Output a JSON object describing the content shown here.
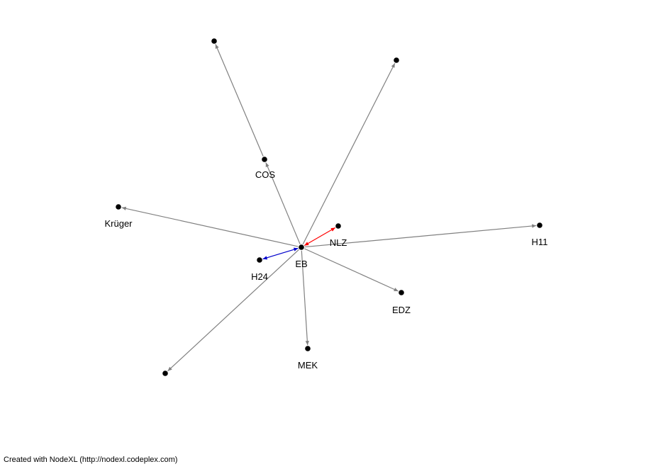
{
  "graph": {
    "nodes": [
      {
        "id": "EB",
        "label": "EB"
      },
      {
        "id": "COS",
        "label": "COS"
      },
      {
        "id": "Krüger",
        "label": "Krüger"
      },
      {
        "id": "NLZ",
        "label": "NLZ"
      },
      {
        "id": "H24",
        "label": "H24"
      },
      {
        "id": "H11",
        "label": "H11"
      },
      {
        "id": "EDZ",
        "label": "EDZ"
      },
      {
        "id": "MEK",
        "label": "MEK"
      },
      {
        "id": "n_top_left",
        "label": ""
      },
      {
        "id": "n_top_right",
        "label": ""
      },
      {
        "id": "n_bottom_left",
        "label": ""
      }
    ],
    "edges": [
      {
        "source": "COS",
        "target": "n_top_left",
        "color": "#808080",
        "directed": true
      },
      {
        "source": "EB",
        "target": "COS",
        "color": "#808080",
        "directed": true
      },
      {
        "source": "EB",
        "target": "n_top_right",
        "color": "#808080",
        "directed": true
      },
      {
        "source": "EB",
        "target": "Krüger",
        "color": "#808080",
        "directed": true
      },
      {
        "source": "EB",
        "target": "H11",
        "color": "#808080",
        "directed": true
      },
      {
        "source": "EB",
        "target": "EDZ",
        "color": "#808080",
        "directed": true
      },
      {
        "source": "EB",
        "target": "MEK",
        "color": "#808080",
        "directed": true
      },
      {
        "source": "EB",
        "target": "n_bottom_left",
        "color": "#808080",
        "directed": true
      },
      {
        "source": "EB",
        "target": "NLZ",
        "color": "#ff0000",
        "directed": true,
        "bidirectional": true
      },
      {
        "source": "EB",
        "target": "H24",
        "color": "#0000cc",
        "directed": true,
        "bidirectional": true
      }
    ]
  },
  "footer": {
    "credit": "Created with NodeXL (http://nodexl.codeplex.com)"
  },
  "colors": {
    "node": "#000000",
    "edge_default": "#808080",
    "edge_red": "#ff0000",
    "edge_blue": "#0000cc"
  }
}
